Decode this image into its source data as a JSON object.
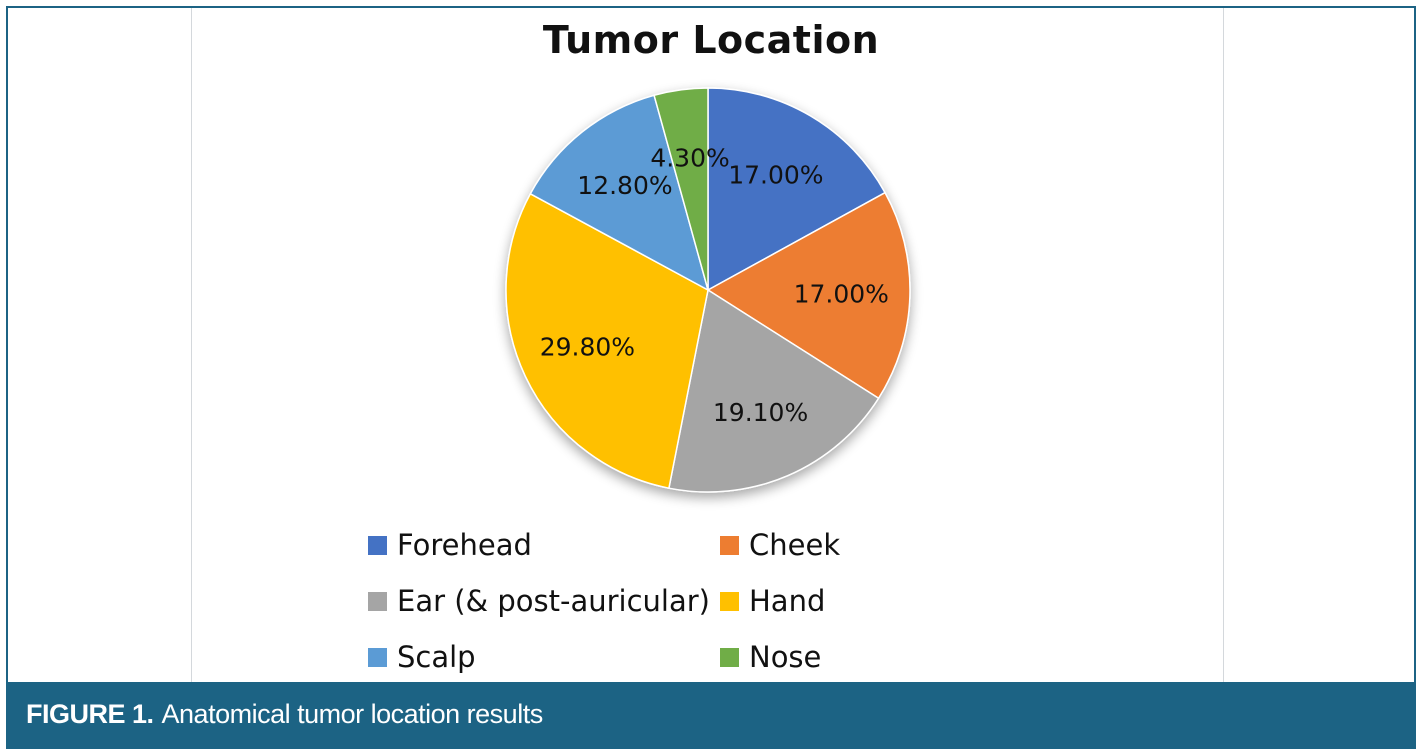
{
  "chart_data": {
    "type": "pie",
    "title": "Tumor Location",
    "categories": [
      "Forehead",
      "Cheek",
      "Ear (& post-auricular)",
      "Hand",
      "Scalp",
      "Nose"
    ],
    "values": [
      17.0,
      17.0,
      19.1,
      29.8,
      12.8,
      4.3
    ],
    "data_labels": [
      "17.00%",
      "17.00%",
      "19.10%",
      "29.80%",
      "12.80%",
      "4.30%"
    ],
    "colors": [
      "#4472c4",
      "#ed7d31",
      "#a5a5a5",
      "#ffc000",
      "#5b9bd5",
      "#70ad47"
    ],
    "start_angle": "12 o'clock",
    "direction": "clockwise",
    "legend": "bottom"
  },
  "caption": {
    "label": "FIGURE 1.",
    "text": "Anatomical tumor location results"
  }
}
